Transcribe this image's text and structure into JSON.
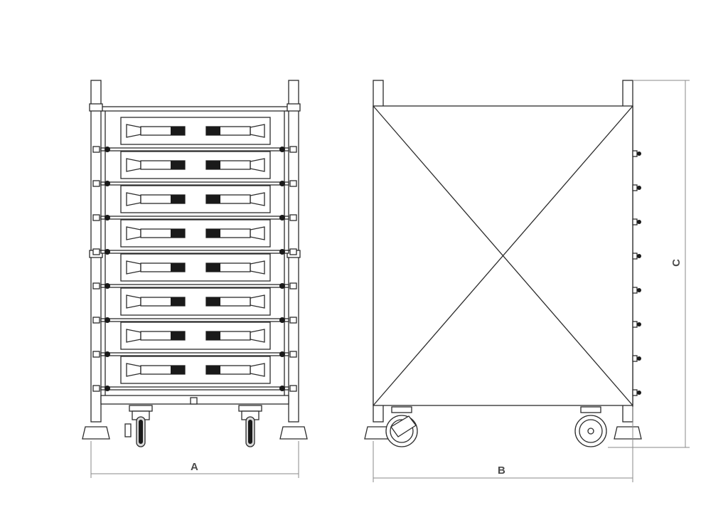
{
  "drawing": {
    "dimension_labels": {
      "a": "A",
      "b": "B",
      "c": "C"
    },
    "tray_count": 8,
    "colors": {
      "line": "#2b2b2b",
      "dimension": "#8a8a8a",
      "fill": "#ffffff",
      "dark": "#1a1a1a",
      "shade": "#d9d9d9"
    }
  }
}
